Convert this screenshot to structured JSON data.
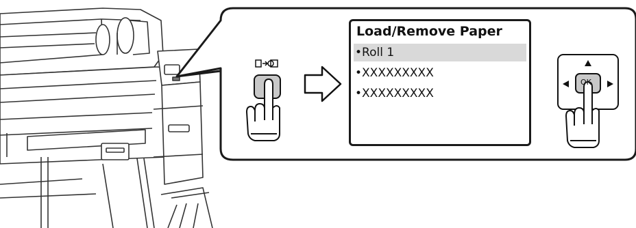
{
  "panel": {
    "screen_title": "Load/Remove Paper",
    "menu_items": [
      {
        "label": "•Roll 1",
        "selected": true
      },
      {
        "label": "•XXXXXXXXX",
        "selected": false
      },
      {
        "label": "•XXXXXXXXX",
        "selected": false
      }
    ]
  },
  "ok_button": {
    "label": "OK"
  },
  "icons": {
    "paper_button": "load-remove-paper-icon",
    "arrow": "right-arrow-icon",
    "dpad_up": "arrow-up-icon",
    "dpad_left": "arrow-left-icon",
    "dpad_right": "arrow-right-icon"
  },
  "colors": {
    "selection": "#d9d9d9",
    "button_fill": "#c8c8c8",
    "outline": "#1a1a1a"
  }
}
